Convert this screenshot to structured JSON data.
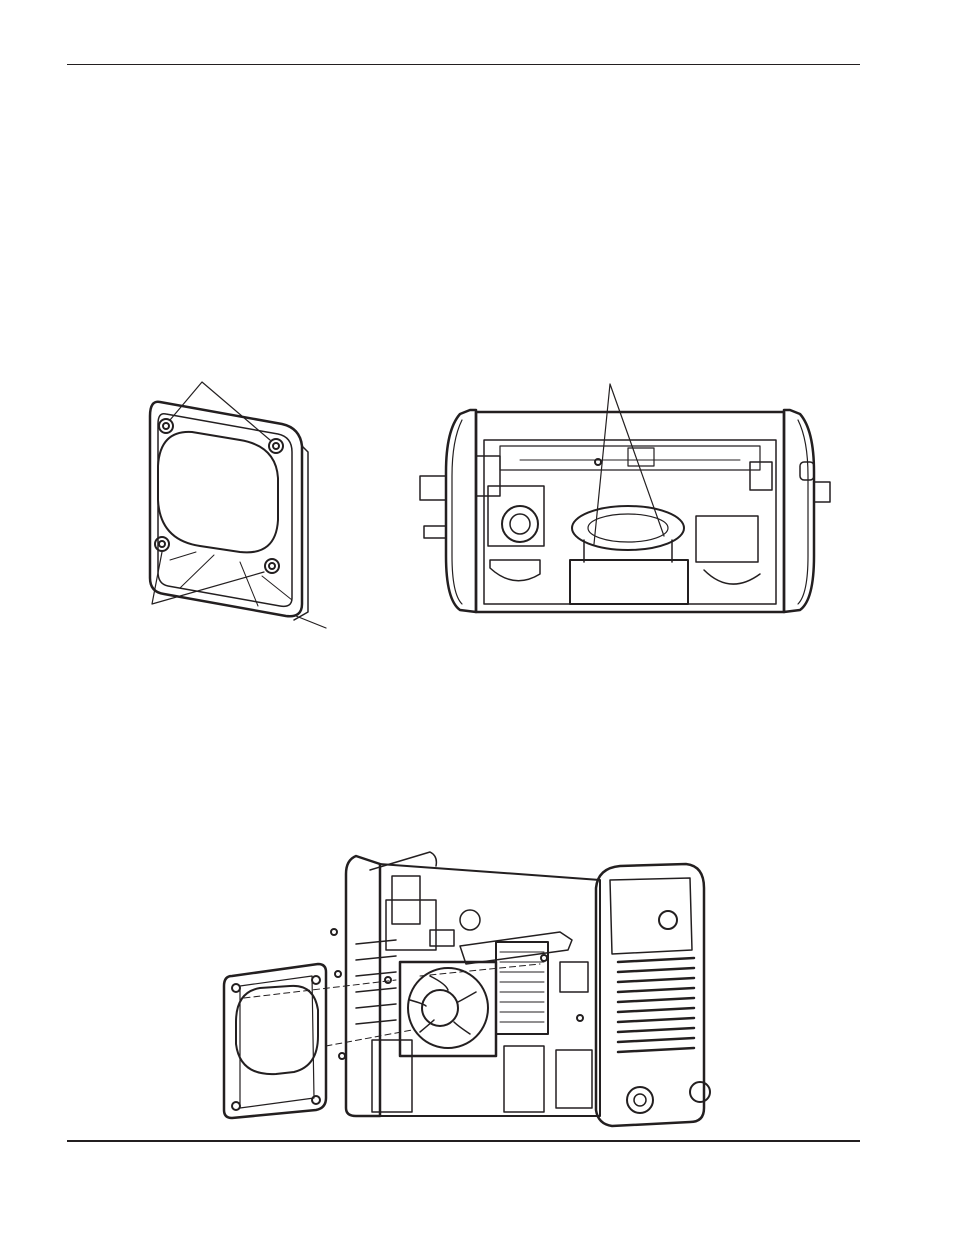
{
  "page": {
    "header_rule": true,
    "footer_rule": true
  },
  "figures": [
    {
      "name": "fan-shroud-detail",
      "icon": "fan-shroud-icon"
    },
    {
      "name": "power-supply-top-view",
      "icon": "power-supply-top-icon"
    },
    {
      "name": "power-supply-exploded-view",
      "icon": "power-supply-exploded-icon"
    }
  ],
  "colors": {
    "line": "#231f20",
    "background": "#ffffff"
  }
}
